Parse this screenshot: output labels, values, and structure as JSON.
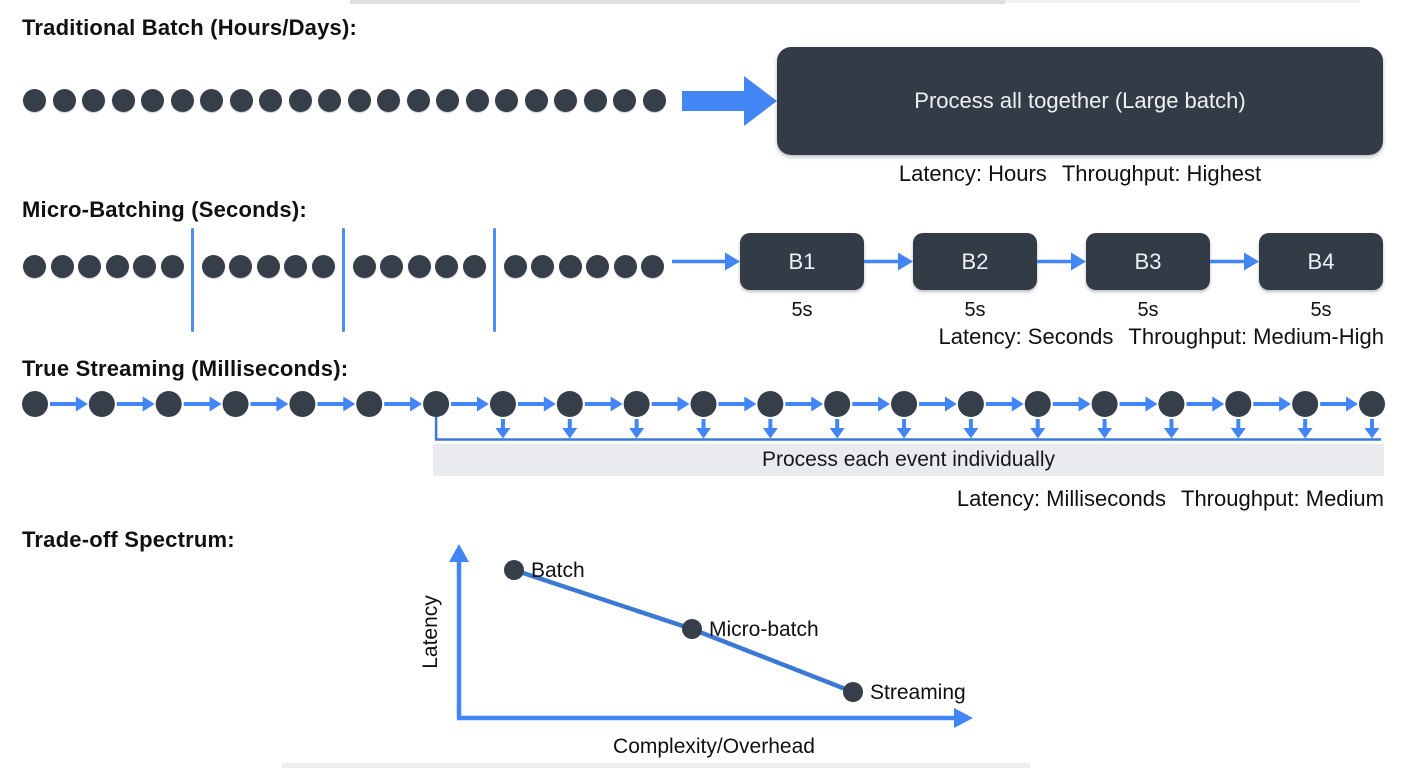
{
  "colors": {
    "dark": "#333b46",
    "dot": "#363e49",
    "arrow_blue": "#4285f4",
    "line_blue": "#3b79d4",
    "divider_blue": "#4d8df6",
    "bar_bg": "#e9ebef",
    "text": "#0e1013",
    "box_text": "#eef1f4"
  },
  "traditional": {
    "title": "Traditional Batch (Hours/Days):",
    "dot_count": 22,
    "box_label": "Process all together (Large batch)",
    "latency": "Latency: Hours",
    "throughput": "Throughput: Highest"
  },
  "micro": {
    "title": "Micro-Batching (Seconds):",
    "dot_groups": [
      6,
      5,
      5,
      6
    ],
    "batches": [
      {
        "name": "B1",
        "duration": "5s"
      },
      {
        "name": "B2",
        "duration": "5s"
      },
      {
        "name": "B3",
        "duration": "5s"
      },
      {
        "name": "B4",
        "duration": "5s"
      }
    ],
    "latency": "Latency: Seconds",
    "throughput": "Throughput: Medium-High"
  },
  "streaming": {
    "title": "True Streaming (Milliseconds):",
    "dot_count": 21,
    "bar_label": "Process each event individually",
    "latency": "Latency: Milliseconds",
    "throughput": "Throughput: Medium"
  },
  "tradeoff": {
    "title": "Trade-off Spectrum:"
  },
  "chart_data": {
    "type": "scatter",
    "title": "Trade-off Spectrum:",
    "xlabel": "Complexity/Overhead",
    "ylabel": "Latency",
    "grid": false,
    "legend": false,
    "axes_style": "arrow axes, no ticks, no numeric scale",
    "line_connecting_points": true,
    "points": [
      {
        "label": "Batch",
        "complexity": 1,
        "latency": 3
      },
      {
        "label": "Micro-batch",
        "complexity": 2,
        "latency": 2
      },
      {
        "label": "Streaming",
        "complexity": 3,
        "latency": 1
      }
    ]
  }
}
